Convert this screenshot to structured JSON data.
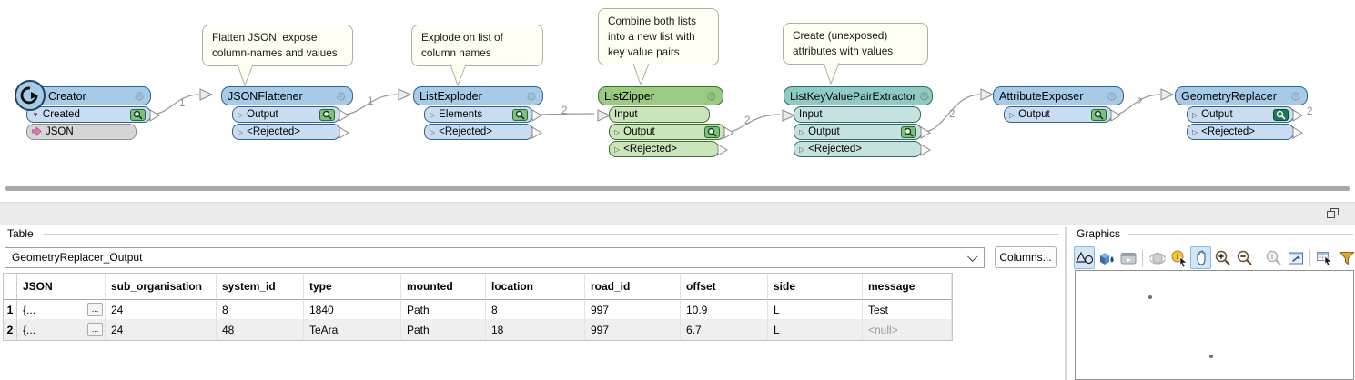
{
  "canvas": {
    "annotations": [
      {
        "lines": [
          "Flatten JSON, expose",
          "column-names and values"
        ]
      },
      {
        "lines": [
          "Explode on list of",
          "column names"
        ]
      },
      {
        "lines": [
          "Combine both lists",
          "into a new list with",
          "key value pairs"
        ]
      },
      {
        "lines": [
          "Create (unexposed)",
          "attributes with values"
        ]
      }
    ],
    "connection_counts": {
      "c1": "1",
      "c2": "1",
      "c3": "2",
      "c4": "2",
      "c5": "2",
      "c6": "2",
      "c7": "2"
    },
    "nodes": [
      {
        "title": "Creator",
        "ports": [
          {
            "label": "Created"
          },
          {
            "label": "JSON"
          }
        ]
      },
      {
        "title": "JSONFlattener",
        "ports": [
          {
            "label": "Output"
          },
          {
            "label": "<Rejected>"
          }
        ]
      },
      {
        "title": "ListExploder",
        "ports": [
          {
            "label": "Elements"
          },
          {
            "label": "<Rejected>"
          }
        ]
      },
      {
        "title": "ListZipper",
        "ports": [
          {
            "label": "Input"
          },
          {
            "label": "Output"
          },
          {
            "label": "<Rejected>"
          }
        ]
      },
      {
        "title": "ListKeyValuePairExtractor",
        "ports": [
          {
            "label": "Input"
          },
          {
            "label": "Output"
          },
          {
            "label": "<Rejected>"
          }
        ]
      },
      {
        "title": "AttributeExposer",
        "ports": [
          {
            "label": "Output"
          }
        ]
      },
      {
        "title": "GeometryReplacer",
        "ports": [
          {
            "label": "Output"
          },
          {
            "label": "<Rejected>"
          }
        ]
      }
    ],
    "colors": {
      "node_blue": "#A6CBE8",
      "node_green": "#9BCA82",
      "node_teal": "#90CAC5",
      "inspect_green": "#7CC07D",
      "inspect_selected": "#1C7C52",
      "annotation_bg": "#FFFEF2"
    }
  },
  "inspector": {
    "table_panel": {
      "group_label": "Table",
      "feature_type": "GeometryReplacer_Output",
      "columns_button": "Columns...",
      "ellipsis": "...",
      "table": {
        "headers": [
          "JSON",
          "sub_organisation",
          "system_id",
          "type",
          "mounted",
          "location",
          "road_id",
          "offset",
          "side",
          "message"
        ],
        "rows": [
          {
            "num": "1",
            "cells": [
              "{...",
              "24",
              "8",
              "1840",
              "Path",
              "8",
              "997",
              "10.9",
              "L",
              "Test"
            ]
          },
          {
            "num": "2",
            "cells": [
              "{...",
              "24",
              "48",
              "TeAra",
              "Path",
              "18",
              "997",
              "6.7",
              "L",
              "<null>"
            ]
          }
        ]
      }
    },
    "graphics_panel": {
      "group_label": "Graphics",
      "tools": [
        "view-2d",
        "view-3d",
        "record-view",
        "orbit",
        "select-info",
        "pan",
        "zoom-in",
        "zoom-out",
        "zoom-selected",
        "fit-view",
        "table-select",
        "filter"
      ]
    }
  }
}
